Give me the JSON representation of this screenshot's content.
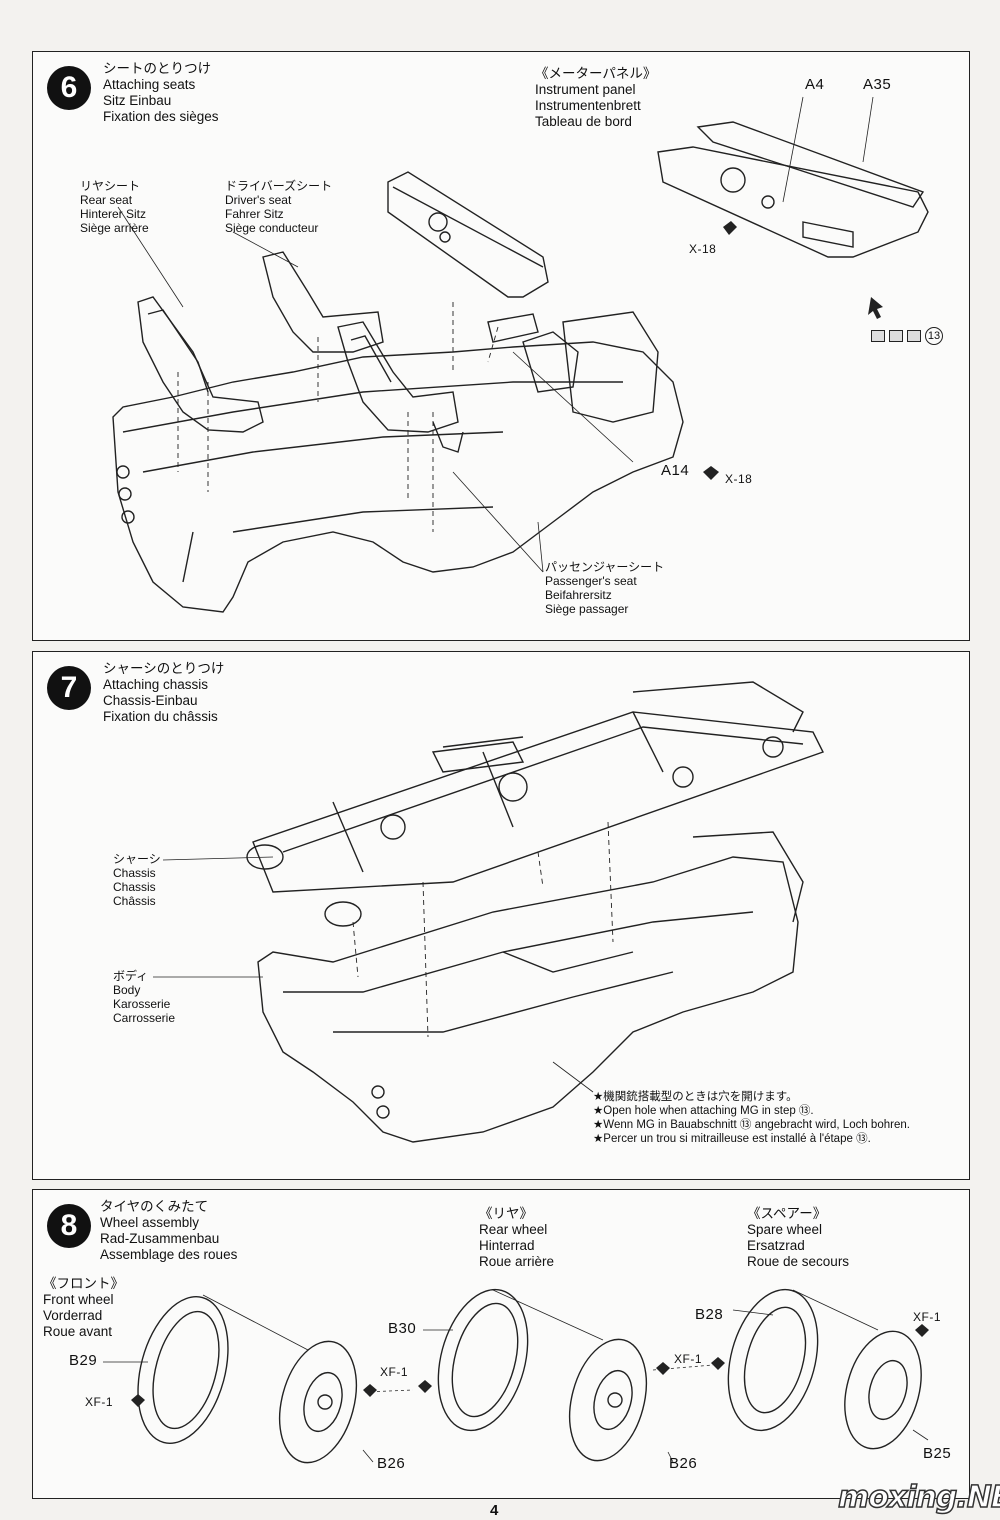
{
  "step6": {
    "number": "6",
    "title": [
      "シートのとりつけ",
      "Attaching seats",
      "Sitz Einbau",
      "Fixation des sièges"
    ],
    "rear_seat": [
      "リヤシート",
      "Rear seat",
      "Hinterer Sitz",
      "Siège arrière"
    ],
    "driver_seat": [
      "ドライバーズシート",
      "Driver's seat",
      "Fahrer Sitz",
      "Siège conducteur"
    ],
    "instrument_panel": [
      "《メーターパネル》",
      "Instrument panel",
      "Instrumentenbrett",
      "Tableau de bord"
    ],
    "passenger_seat": [
      "パッセンジャーシート",
      "Passenger's seat",
      "Beifahrersitz",
      "Siège passager"
    ],
    "parts": {
      "a4": "A4",
      "a35": "A35",
      "a14": "A14",
      "x18_panel": "X-18",
      "x18_body": "X-18"
    },
    "see_step": "13"
  },
  "step7": {
    "number": "7",
    "title": [
      "シャーシのとりつけ",
      "Attaching chassis",
      "Chassis-Einbau",
      "Fixation du châssis"
    ],
    "chassis": [
      "シャーシ",
      "Chassis",
      "Chassis",
      "Châssis"
    ],
    "body": [
      "ボディ",
      "Body",
      "Karosserie",
      "Carrosserie"
    ],
    "notes": [
      "★機関銃搭載型のときは穴を開けます。",
      "★Open hole when attaching MG in step ⑬.",
      "★Wenn MG in Bauabschnitt ⑬ angebracht wird, Loch bohren.",
      "★Percer un trou si mitrailleuse est installé à l'étape ⑬."
    ]
  },
  "step8": {
    "number": "8",
    "title": [
      "タイヤのくみたて",
      "Wheel assembly",
      "Rad-Zusammenbau",
      "Assemblage des roues"
    ],
    "front": [
      "《フロント》",
      "Front wheel",
      "Vorderrad",
      "Roue avant"
    ],
    "rear": [
      "《リヤ》",
      "Rear wheel",
      "Hinterrad",
      "Roue arrière"
    ],
    "spare": [
      "《スペアー》",
      "Spare wheel",
      "Ersatzrad",
      "Roue de secours"
    ],
    "parts": {
      "b29": "B29",
      "b26_front": "B26",
      "xf1_front": "XF-1",
      "b30": "B30",
      "b26_rear": "B26",
      "xf1_rear_left": "XF-1",
      "xf1_rear_right": "XF-1",
      "b28": "B28",
      "b25": "B25",
      "xf1_spare": "XF-1"
    }
  },
  "page_number": "4",
  "watermark": "moxing.NET"
}
